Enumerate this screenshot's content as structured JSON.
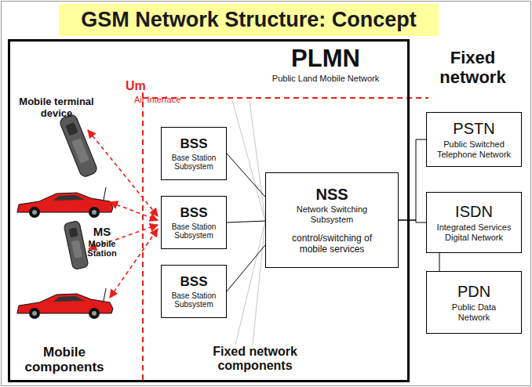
{
  "diagram": {
    "title": "GSM Network Structure: Concept",
    "nodes": [
      {
        "text": [
          "PLMN",
          "Public Land Mobile Network"
        ]
      },
      {
        "text": [
          "BSS",
          "Base Station Subsystem"
        ],
        "in": 0
      },
      {
        "text": [
          "BSS",
          "Base Station Subsystem"
        ],
        "in": 0
      },
      {
        "text": [
          "BSS",
          "Base Station Subsystem"
        ],
        "in": 0
      },
      {
        "text": [
          "NSS",
          "Network Switching Subsystem",
          "control/switching of mobile services"
        ],
        "in": 0
      },
      {
        "text": [
          "PSTN",
          "Public Switched Telephone Network"
        ]
      },
      {
        "text": [
          "ISDN",
          "Integrated Services Digital Network"
        ]
      },
      {
        "text": [
          "PDN",
          "Public Data Network"
        ]
      }
    ],
    "edges": [
      {
        "from": 1,
        "to": 4,
        "arrow": "none"
      },
      {
        "from": 2,
        "to": 4,
        "arrow": "none"
      },
      {
        "from": 3,
        "to": 4,
        "arrow": "none"
      },
      {
        "from": 4,
        "to": 5,
        "arrow": "none"
      },
      {
        "from": 4,
        "to": 6,
        "arrow": "none"
      },
      {
        "from": 6,
        "to": 7,
        "arrow": "none"
      }
    ],
    "labels": [
      "Fixed network",
      "Um",
      "Air Interface",
      "Mobile terminal device",
      "MS",
      "Mobile Station",
      "Mobile components",
      "Fixed network components"
    ]
  }
}
